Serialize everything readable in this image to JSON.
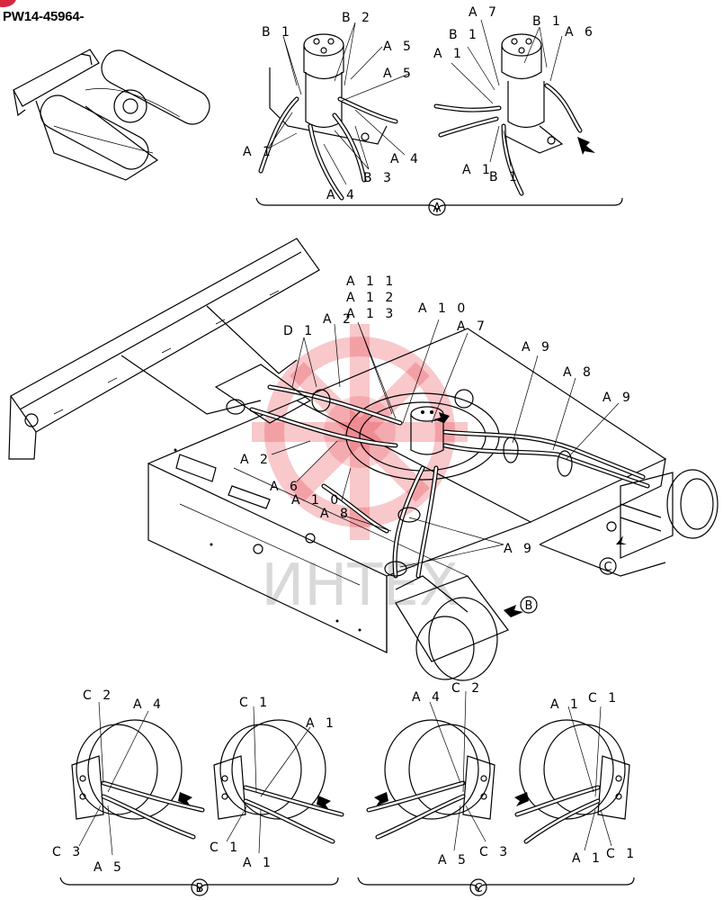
{
  "document": {
    "id": "PW14-45964-"
  },
  "watermark": {
    "text": "ИНТЕХ",
    "color": "#e63946"
  },
  "views": {
    "A": {
      "marker": "A",
      "labels": [
        "B 1",
        "B 2",
        "A 5",
        "A 5",
        "A 1",
        "B 3",
        "A 4",
        "A 4",
        "A 7",
        "B 1",
        "A 1",
        "B 1",
        "A 6",
        "A 1",
        "B 1"
      ]
    },
    "main": {
      "labels": [
        "A 1 1",
        "A 1 2",
        "A 1 3",
        "A 1 0",
        "A 7",
        "D 1",
        "A 2",
        "A 2",
        "A 9",
        "A 8",
        "A 9",
        "A 6",
        "A 1 0",
        "A 8",
        "A 9"
      ],
      "refs": [
        "B",
        "C"
      ]
    },
    "B": {
      "marker": "B",
      "labels": [
        "C 2",
        "A 4",
        "C 3",
        "A 5",
        "C 1",
        "A 1",
        "C 1",
        "A 1"
      ]
    },
    "C": {
      "marker": "C",
      "labels": [
        "A 4",
        "C 2",
        "A 5",
        "C 3",
        "A 1",
        "C 1",
        "A 1",
        "C 1"
      ]
    }
  }
}
